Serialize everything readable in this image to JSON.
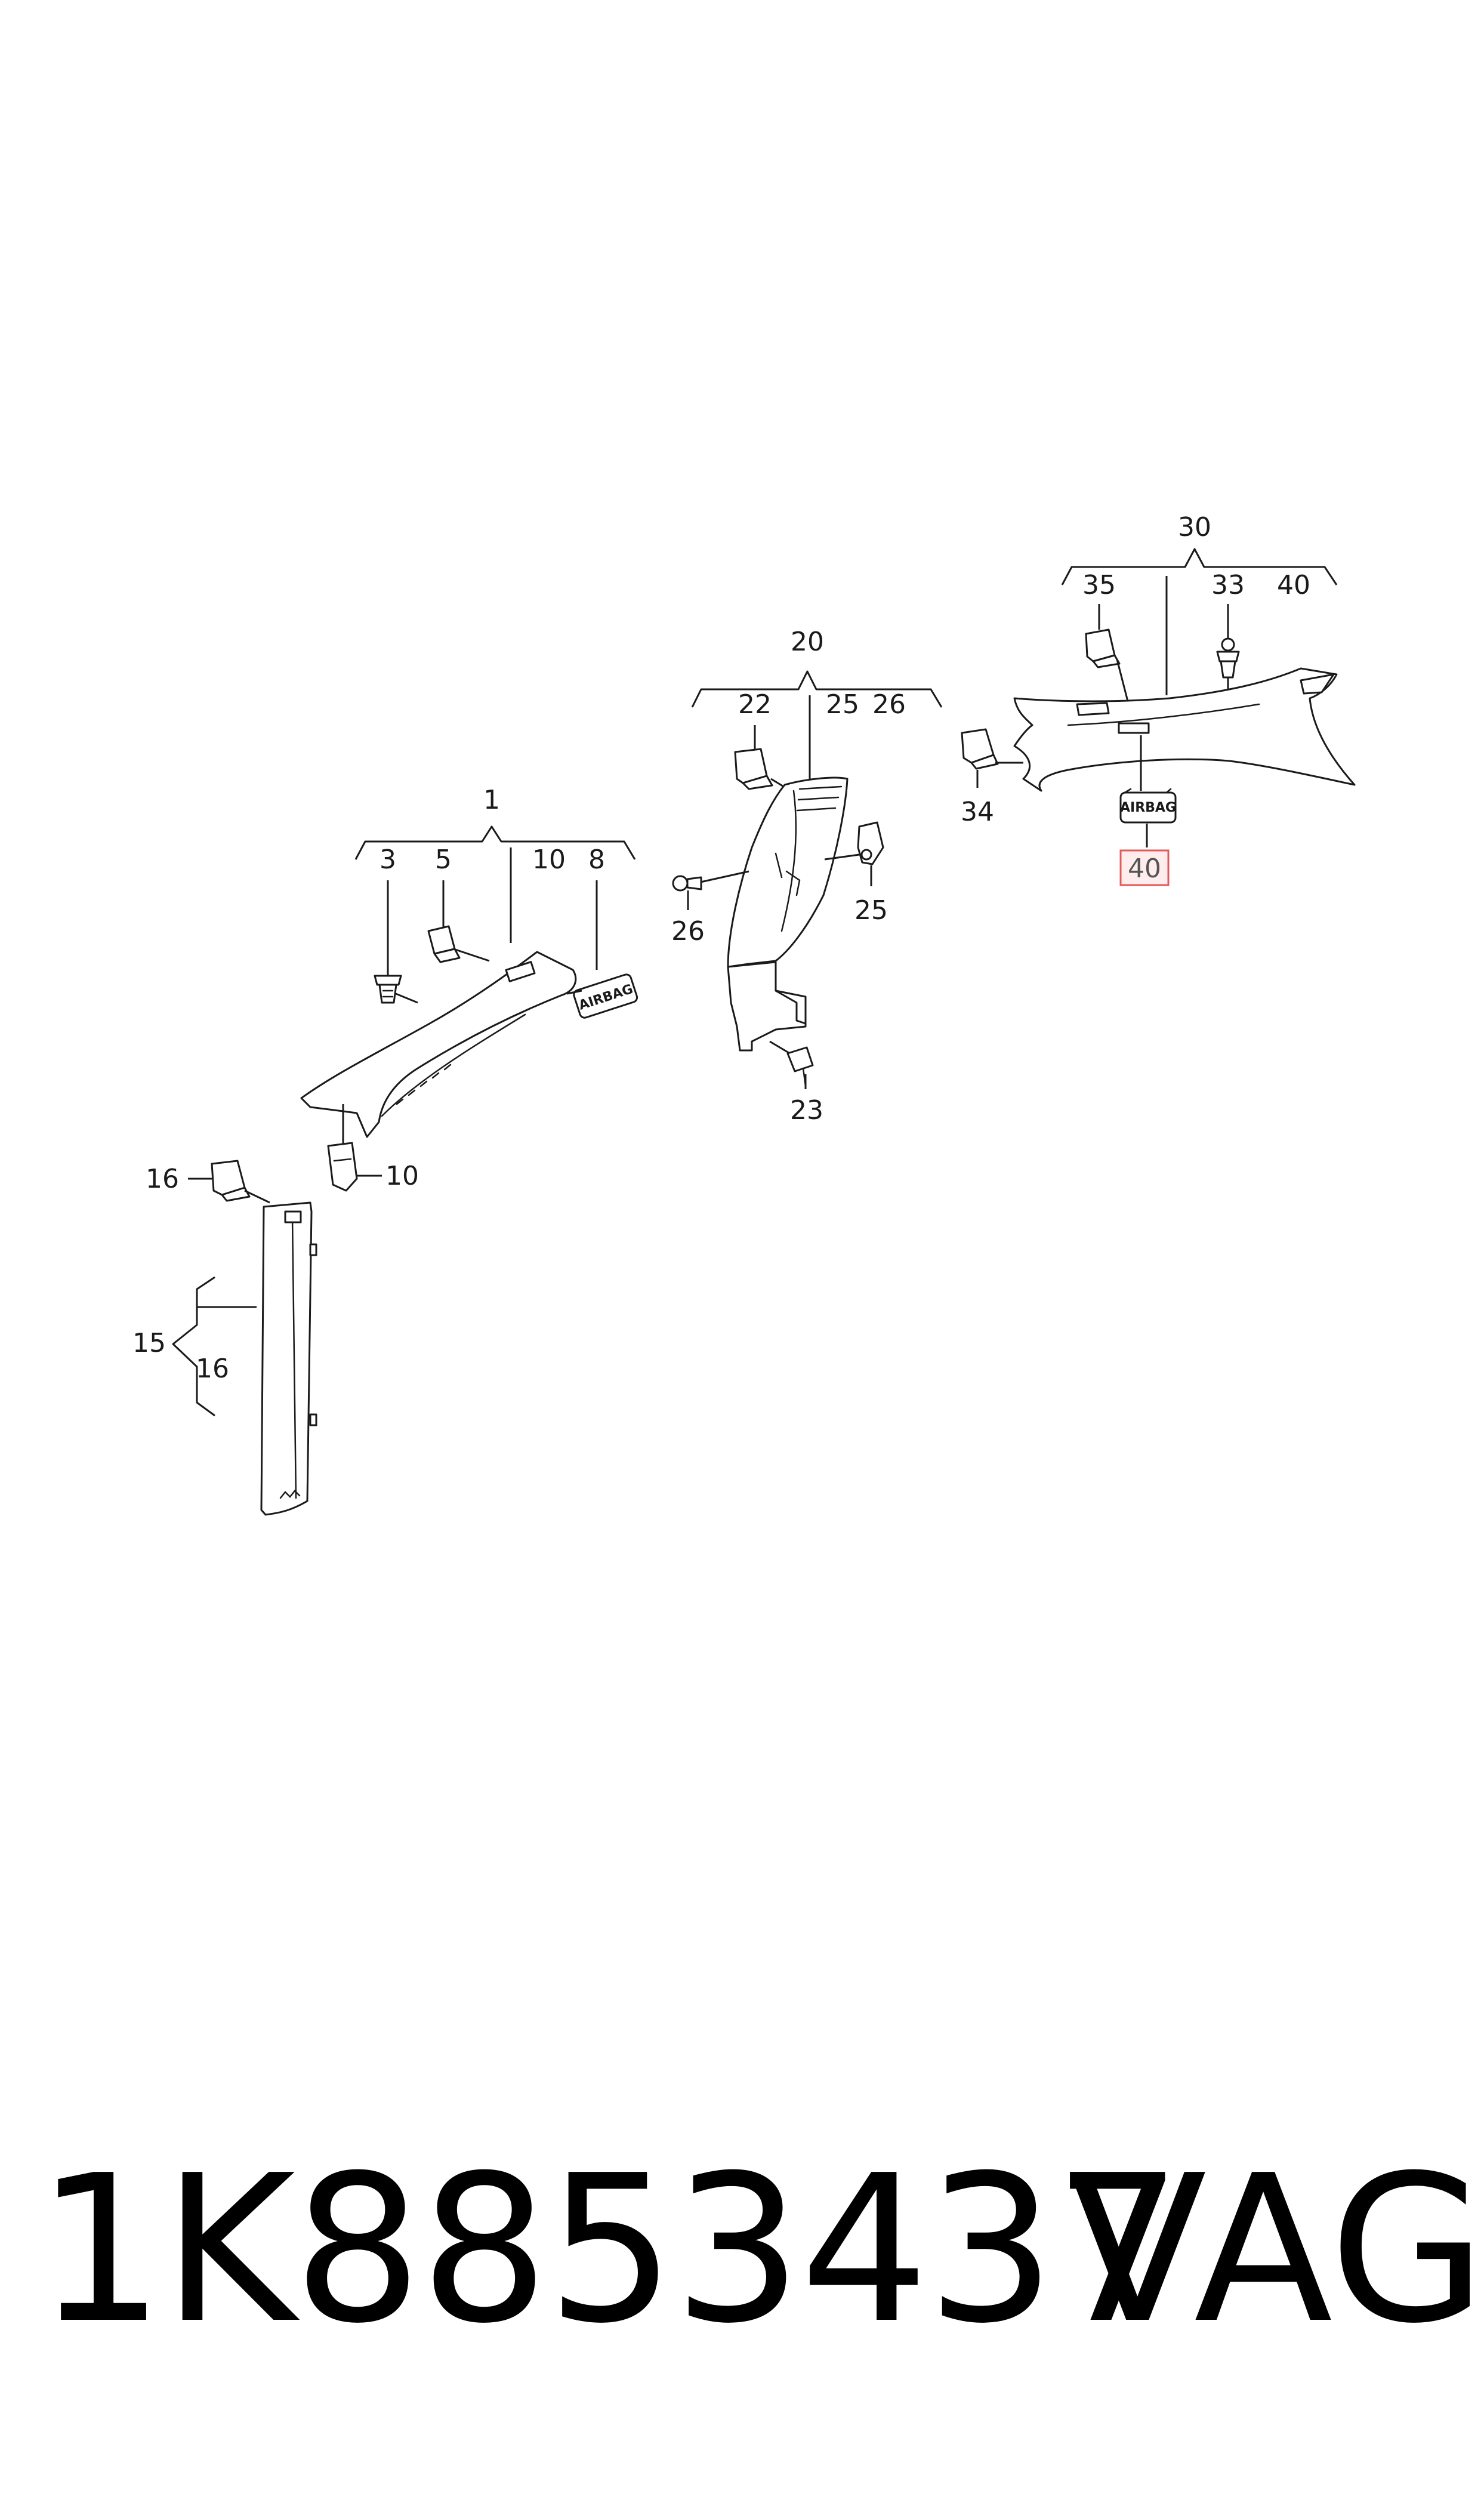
{
  "diagram": {
    "groups": {
      "a_pillar": "1",
      "b_pillar_upper": "20",
      "c_pillar": "30",
      "b_pillar_lower": "15"
    },
    "callouts": {
      "clip_3": "3",
      "clip_5": "5",
      "ref_10_top": "10",
      "airbag_8": "8",
      "clip_10_bottom": "10",
      "clip_16_top": "16",
      "ref_16_inner": "16",
      "clip_22": "22",
      "ref_25_top": "25",
      "ref_26_top": "26",
      "screw_26": "26",
      "clip_25": "25",
      "screw_23": "23",
      "clip_35": "35",
      "clip_33": "33",
      "ref_40_top": "40",
      "clip_34": "34",
      "highlighted_40": "40"
    },
    "airbag_badge_text": "AIRBAG"
  },
  "footer": {
    "part_number": "1K8853437",
    "brand": "VAG"
  }
}
